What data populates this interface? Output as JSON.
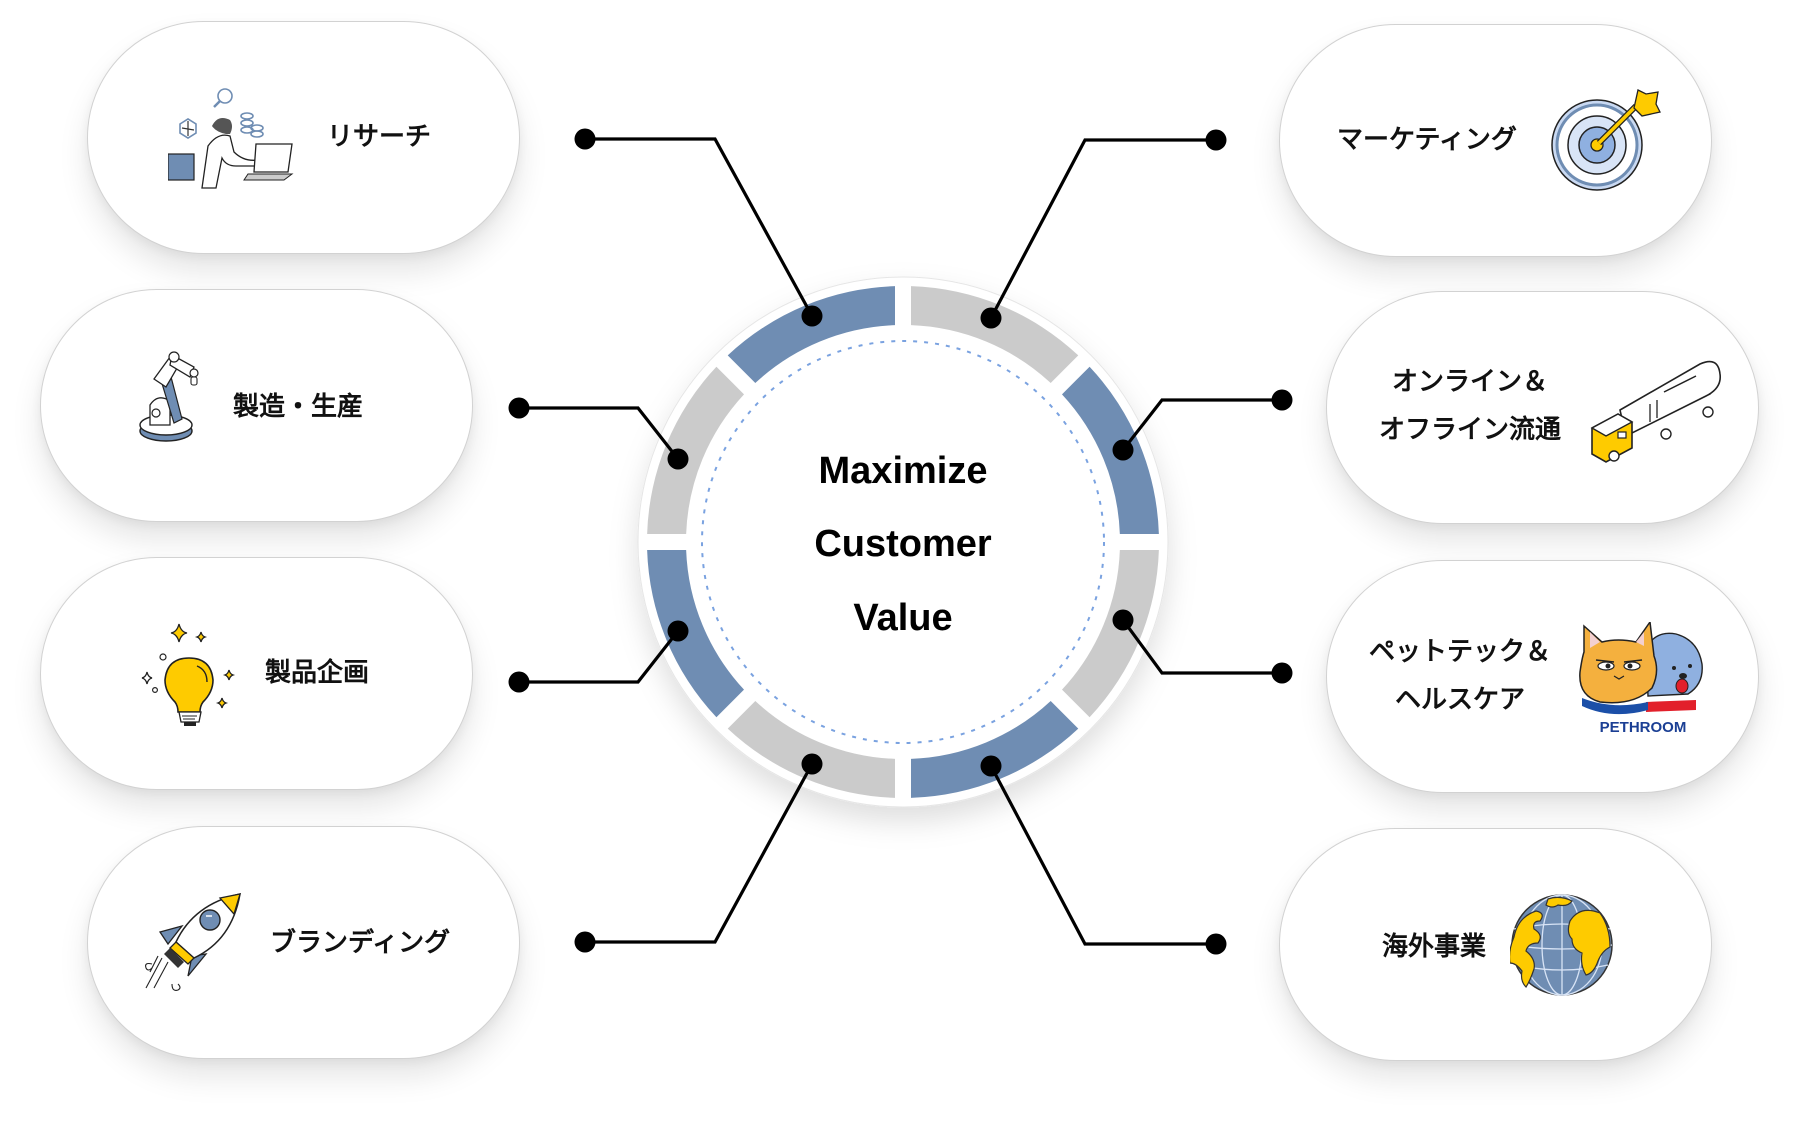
{
  "center": {
    "lines": [
      "Maximize",
      "Customer",
      "Value"
    ]
  },
  "colors": {
    "segment_blue": "#6f8db3",
    "segment_gray": "#cbcbcb",
    "dashed_circle": "#7aa2e0",
    "connector": "#000000",
    "accent_yellow": "#fecb00",
    "pethroom_blue": "#1b3f94"
  },
  "ring": {
    "segments": [
      "blue",
      "gray",
      "blue",
      "gray",
      "blue",
      "gray",
      "blue",
      "gray"
    ]
  },
  "nodes": {
    "research": {
      "label": "リサーチ",
      "icon": "researcher-at-laptop-icon"
    },
    "manufacturing": {
      "label": "製造・生産",
      "icon": "robot-arm-icon"
    },
    "product_planning": {
      "label": "製品企画",
      "icon": "lightbulb-icon"
    },
    "branding": {
      "label": "ブランディング",
      "icon": "rocket-icon"
    },
    "marketing": {
      "label": "マーケティング",
      "icon": "target-dart-icon"
    },
    "distribution": {
      "label_line1": "オンライン＆",
      "label_line2": "オフライン流通",
      "icon": "tanker-truck-icon"
    },
    "pettech": {
      "label_line1": "ペットテック＆",
      "label_line2": "ヘルスケア",
      "icon": "cat-dog-logo-icon",
      "logo_text": "PETHROOM"
    },
    "overseas": {
      "label": "海外事業",
      "icon": "globe-icon"
    }
  }
}
